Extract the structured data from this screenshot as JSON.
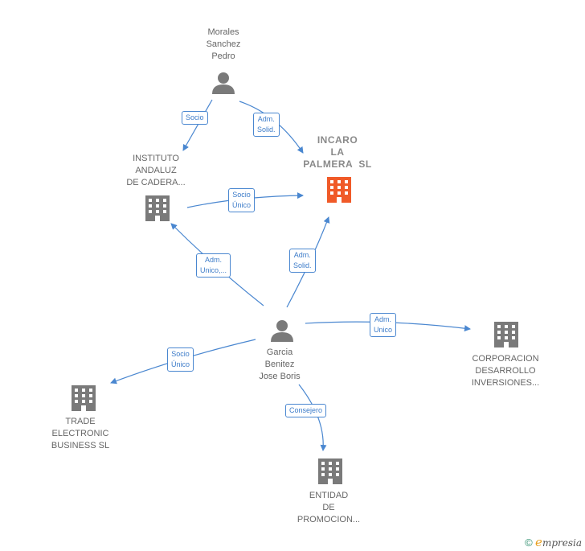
{
  "nodes": {
    "morales": {
      "label": [
        "Morales",
        "Sanchez",
        "Pedro"
      ],
      "kind": "person"
    },
    "instituto": {
      "label": [
        "INSTITUTO",
        "ANDALUZ",
        "DE CADERA..."
      ],
      "kind": "company"
    },
    "incaro": {
      "label": [
        "INCARO",
        "LA",
        "PALMERA  SL"
      ],
      "kind": "company-highlight"
    },
    "garcia": {
      "label": [
        "Garcia",
        "Benitez",
        "Jose Boris"
      ],
      "kind": "person"
    },
    "corporacion": {
      "label": [
        "CORPORACION",
        "DESARROLLO",
        "INVERSIONES..."
      ],
      "kind": "company"
    },
    "trade": {
      "label": [
        "TRADE",
        "ELECTRONIC",
        "BUSINESS SL"
      ],
      "kind": "company"
    },
    "entidad": {
      "label": [
        "ENTIDAD",
        "DE",
        "PROMOCION..."
      ],
      "kind": "company"
    }
  },
  "edges": {
    "morales_instituto": [
      "Socio"
    ],
    "morales_incaro": [
      "Adm.",
      "Solid."
    ],
    "instituto_incaro": [
      "Socio",
      "Único"
    ],
    "garcia_instituto": [
      "Adm.",
      "Unico,..."
    ],
    "garcia_incaro": [
      "Adm.",
      "Solid."
    ],
    "garcia_corporacion": [
      "Adm.",
      "Unico"
    ],
    "garcia_trade": [
      "Socio",
      "Único"
    ],
    "garcia_entidad": [
      "Consejero"
    ]
  },
  "colors": {
    "edge": "#4a87d0",
    "icon_grey": "#7a7a7a",
    "icon_highlight": "#f05a28"
  },
  "brand": {
    "copyright": "©",
    "e": "e",
    "rest": "mpresia"
  }
}
